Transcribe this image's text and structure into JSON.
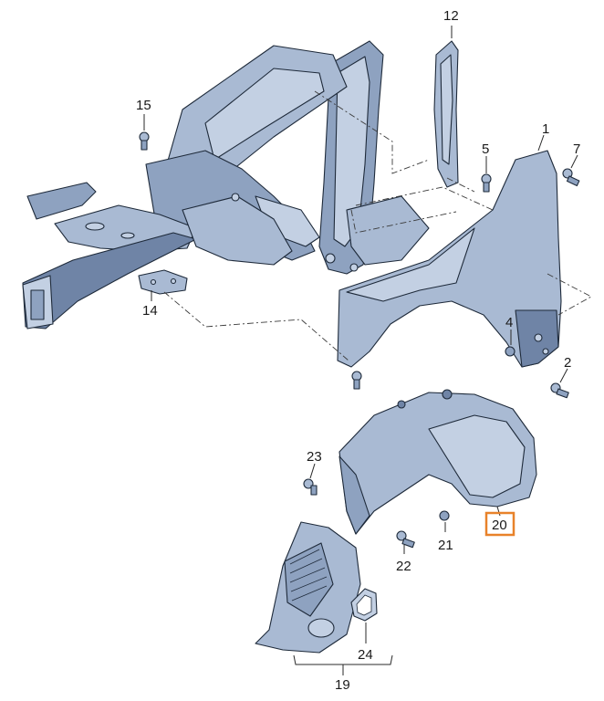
{
  "diagram": {
    "callouts": [
      {
        "id": "c1",
        "text": "1"
      },
      {
        "id": "c2",
        "text": "2"
      },
      {
        "id": "c4",
        "text": "4"
      },
      {
        "id": "c5",
        "text": "5"
      },
      {
        "id": "c7",
        "text": "7"
      },
      {
        "id": "c12",
        "text": "12"
      },
      {
        "id": "c14",
        "text": "14"
      },
      {
        "id": "c15",
        "text": "15"
      },
      {
        "id": "c19",
        "text": "19"
      },
      {
        "id": "c20",
        "text": "20"
      },
      {
        "id": "c21",
        "text": "21"
      },
      {
        "id": "c22",
        "text": "22"
      },
      {
        "id": "c23",
        "text": "23"
      },
      {
        "id": "c24",
        "text": "24"
      }
    ],
    "highlighted_callout": "20",
    "highlight_color": "#e8822a",
    "part_color": "#a9bad3"
  }
}
